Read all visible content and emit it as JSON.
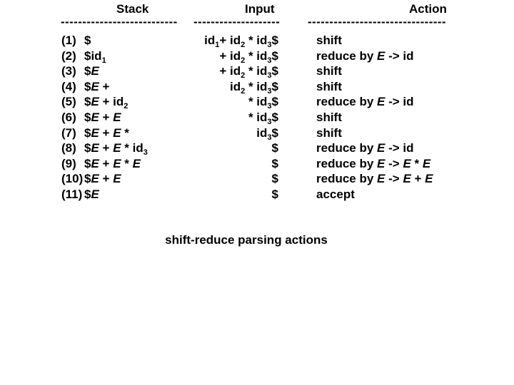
{
  "colors": {
    "text": "#000000",
    "background": "#ffffff"
  },
  "header": {
    "stack": "Stack",
    "input": "Input",
    "action": "Action"
  },
  "dividers": {
    "stack": "---------------------------",
    "input": "--------------------",
    "action": "--------------------------------"
  },
  "rows": [
    {
      "num": "(1)",
      "stack": [
        {
          "t": "$"
        }
      ],
      "input": [
        {
          "t": "id"
        },
        {
          "t": "1",
          "s": "sub"
        },
        {
          "t": "+ id"
        },
        {
          "t": "2",
          "s": "sub"
        },
        {
          "t": " * id"
        },
        {
          "t": "3",
          "s": "sub"
        },
        {
          "t": "$"
        }
      ],
      "action": [
        {
          "t": "shift"
        }
      ]
    },
    {
      "num": "(2)",
      "stack": [
        {
          "t": "$id"
        },
        {
          "t": "1",
          "s": "sub"
        }
      ],
      "input": [
        {
          "t": "+ id"
        },
        {
          "t": "2",
          "s": "sub"
        },
        {
          "t": " * id"
        },
        {
          "t": "3",
          "s": "sub"
        },
        {
          "t": "$"
        }
      ],
      "action": [
        {
          "t": "reduce by "
        },
        {
          "t": "E",
          "s": "i"
        },
        {
          "t": " -> id"
        }
      ]
    },
    {
      "num": "(3)",
      "stack": [
        {
          "t": "$"
        },
        {
          "t": "E",
          "s": "i"
        }
      ],
      "input": [
        {
          "t": "+ id"
        },
        {
          "t": "2",
          "s": "sub"
        },
        {
          "t": " * id"
        },
        {
          "t": "3",
          "s": "sub"
        },
        {
          "t": "$"
        }
      ],
      "action": [
        {
          "t": "shift"
        }
      ]
    },
    {
      "num": "(4)",
      "stack": [
        {
          "t": "$"
        },
        {
          "t": "E",
          "s": "i"
        },
        {
          "t": " +"
        }
      ],
      "input": [
        {
          "t": "id"
        },
        {
          "t": "2",
          "s": "sub"
        },
        {
          "t": " * id"
        },
        {
          "t": "3",
          "s": "sub"
        },
        {
          "t": "$"
        }
      ],
      "action": [
        {
          "t": "shift"
        }
      ]
    },
    {
      "num": "(5)",
      "stack": [
        {
          "t": "$"
        },
        {
          "t": "E",
          "s": "i"
        },
        {
          "t": " + id"
        },
        {
          "t": "2",
          "s": "sub"
        }
      ],
      "input": [
        {
          "t": "* id"
        },
        {
          "t": "3",
          "s": "sub"
        },
        {
          "t": "$"
        }
      ],
      "action": [
        {
          "t": "reduce by "
        },
        {
          "t": "E",
          "s": "i"
        },
        {
          "t": " -> id"
        }
      ]
    },
    {
      "num": "(6)",
      "stack": [
        {
          "t": "$"
        },
        {
          "t": "E",
          "s": "i"
        },
        {
          "t": " + "
        },
        {
          "t": "E",
          "s": "i"
        }
      ],
      "input": [
        {
          "t": "* id"
        },
        {
          "t": "3",
          "s": "sub"
        },
        {
          "t": "$"
        }
      ],
      "action": [
        {
          "t": "shift"
        }
      ]
    },
    {
      "num": "(7)",
      "stack": [
        {
          "t": "$"
        },
        {
          "t": "E",
          "s": "i"
        },
        {
          "t": " + "
        },
        {
          "t": "E",
          "s": "i"
        },
        {
          "t": " *"
        }
      ],
      "input": [
        {
          "t": "id"
        },
        {
          "t": "3",
          "s": "sub"
        },
        {
          "t": "$"
        }
      ],
      "action": [
        {
          "t": "shift"
        }
      ]
    },
    {
      "num": "(8)",
      "stack": [
        {
          "t": "$"
        },
        {
          "t": "E",
          "s": "i"
        },
        {
          "t": " + "
        },
        {
          "t": "E",
          "s": "i"
        },
        {
          "t": " * id"
        },
        {
          "t": "3",
          "s": "sub"
        }
      ],
      "input": [
        {
          "t": "$"
        }
      ],
      "action": [
        {
          "t": "reduce by "
        },
        {
          "t": "E",
          "s": "i"
        },
        {
          "t": " -> id"
        }
      ]
    },
    {
      "num": "(9)",
      "stack": [
        {
          "t": "$"
        },
        {
          "t": "E",
          "s": "i"
        },
        {
          "t": " + "
        },
        {
          "t": "E",
          "s": "i"
        },
        {
          "t": " * "
        },
        {
          "t": "E",
          "s": "i"
        }
      ],
      "input": [
        {
          "t": "$"
        }
      ],
      "action": [
        {
          "t": "reduce by "
        },
        {
          "t": "E",
          "s": "i"
        },
        {
          "t": " -> "
        },
        {
          "t": "E",
          "s": "i"
        },
        {
          "t": " * "
        },
        {
          "t": "E",
          "s": "i"
        }
      ]
    },
    {
      "num": "(10)",
      "stack": [
        {
          "t": "$"
        },
        {
          "t": "E",
          "s": "i"
        },
        {
          "t": " + "
        },
        {
          "t": "E",
          "s": "i"
        }
      ],
      "input": [
        {
          "t": "$"
        }
      ],
      "action": [
        {
          "t": "reduce by "
        },
        {
          "t": "E",
          "s": "i"
        },
        {
          "t": " -> "
        },
        {
          "t": "E",
          "s": "i"
        },
        {
          "t": " + "
        },
        {
          "t": "E",
          "s": "i"
        }
      ]
    },
    {
      "num": "(11)",
      "stack": [
        {
          "t": "$"
        },
        {
          "t": "E",
          "s": "i"
        }
      ],
      "input": [
        {
          "t": "$"
        }
      ],
      "action": [
        {
          "t": "accept"
        }
      ]
    }
  ],
  "caption": "shift-reduce parsing actions"
}
